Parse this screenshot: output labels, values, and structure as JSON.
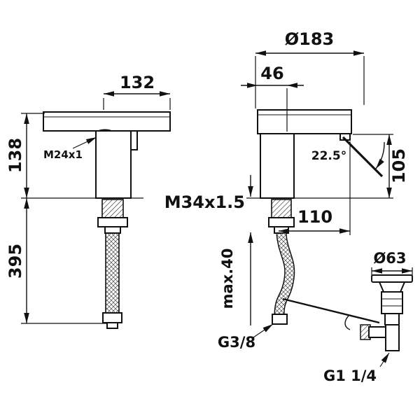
{
  "drawing": {
    "colors": {
      "ink": "#111111",
      "background": "#ffffff"
    },
    "front_view": {
      "dim_spout_width": "132",
      "dim_height_spout": "138",
      "dim_height_total": "395",
      "aerator_thread": "M24x1"
    },
    "side_view": {
      "dia_swivel": "Ø183",
      "dim_depth": "46",
      "handle_angle": "22.5°",
      "dim_outlet_height": "105",
      "shank_thread": "M34x1.5",
      "dim_reach": "110",
      "max_counter_thickness": "max.40",
      "hose_thread": "G3/8"
    },
    "drain": {
      "dia_flange": "Ø63",
      "drain_thread": "G1 1/4"
    }
  }
}
